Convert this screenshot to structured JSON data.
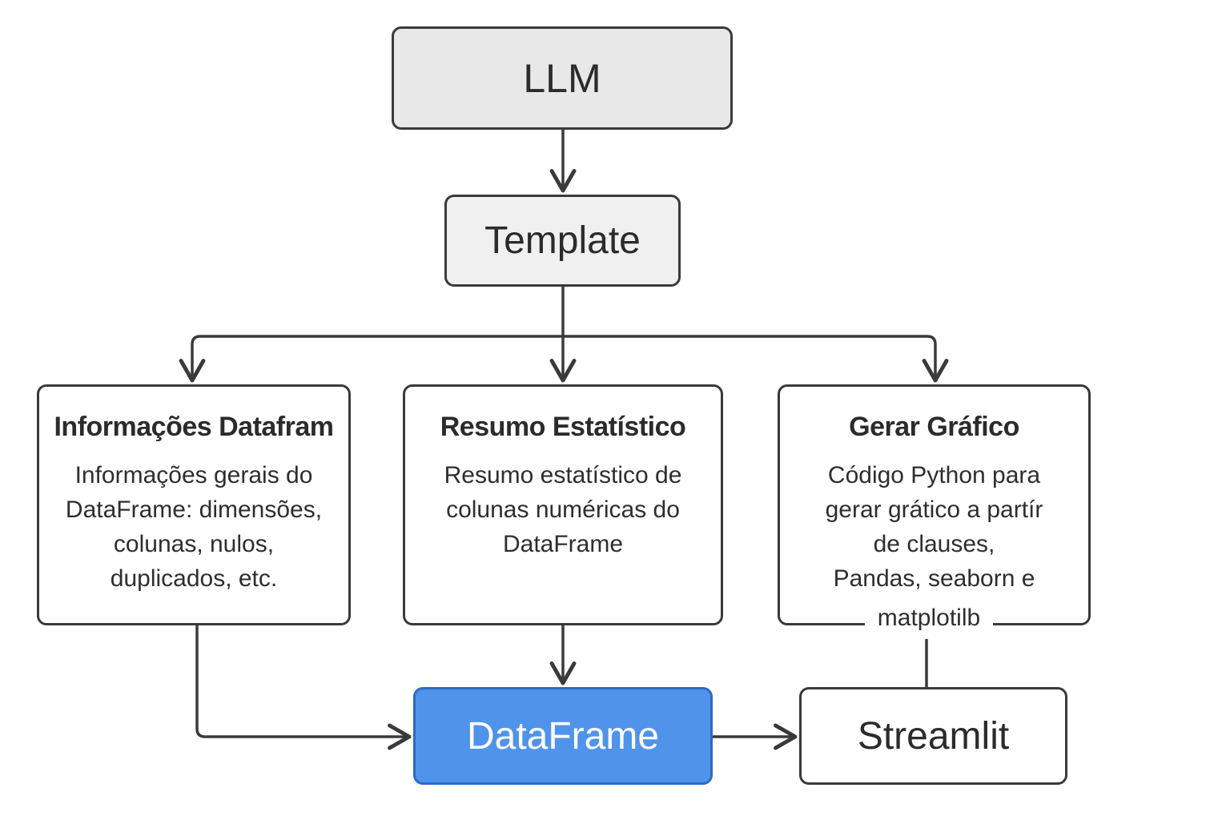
{
  "nodes": {
    "llm": {
      "label": "LLM"
    },
    "template": {
      "label": "Template"
    },
    "info": {
      "title": "Informações Datafram",
      "description": "Informações gerais do\nDataFrame: dimensões,\ncolunas, nulos,\nduplicados, etc."
    },
    "resumo": {
      "title": "Resumo Estatístico",
      "description": "Resumo estatístico de\ncolunas numéricas do\nDataFrame"
    },
    "grafico": {
      "title": "Gerar Gráfico",
      "description": "Código Python para\ngerar grático a partír\nde clauses,\nPandas, seaborn e",
      "overflow_label": "matplotilb"
    },
    "dataframe": {
      "label": "DataFrame"
    },
    "streamlit": {
      "label": "Streamlit"
    }
  },
  "colors": {
    "stroke": "#3a3a3a",
    "dataframe_fill": "#5093ea",
    "llm_fill": "#e8e8e8",
    "template_fill": "#f0f0f0"
  }
}
